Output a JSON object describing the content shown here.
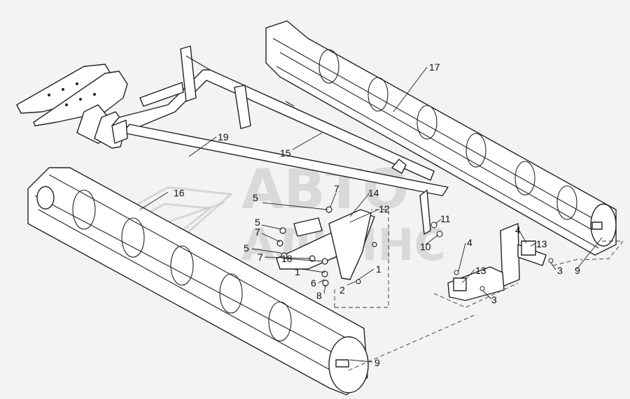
{
  "watermark": {
    "line1": "АВТО",
    "line2": "АЛЬЯНС"
  },
  "callouts": [
    {
      "id": "c17",
      "text": "17"
    },
    {
      "id": "c19",
      "text": "19"
    },
    {
      "id": "c15",
      "text": "15"
    },
    {
      "id": "c16",
      "text": "16"
    },
    {
      "id": "c7a",
      "text": "7"
    },
    {
      "id": "c14",
      "text": "14"
    },
    {
      "id": "c5a",
      "text": "5"
    },
    {
      "id": "c12",
      "text": "12"
    },
    {
      "id": "c5b",
      "text": "5"
    },
    {
      "id": "c7b",
      "text": "7"
    },
    {
      "id": "c5c",
      "text": "5"
    },
    {
      "id": "c7c",
      "text": "7"
    },
    {
      "id": "c18",
      "text": "18"
    },
    {
      "id": "c1a",
      "text": "1"
    },
    {
      "id": "c1b",
      "text": "1"
    },
    {
      "id": "c6",
      "text": "6"
    },
    {
      "id": "c2",
      "text": "2"
    },
    {
      "id": "c8",
      "text": "8"
    },
    {
      "id": "c11",
      "text": "11"
    },
    {
      "id": "c10",
      "text": "10"
    },
    {
      "id": "c4a",
      "text": "4"
    },
    {
      "id": "c13a",
      "text": "13"
    },
    {
      "id": "c3a",
      "text": "3"
    },
    {
      "id": "c9a",
      "text": "9"
    },
    {
      "id": "c4b",
      "text": "4"
    },
    {
      "id": "c13b",
      "text": "13"
    },
    {
      "id": "c3b",
      "text": "3"
    },
    {
      "id": "c9b",
      "text": "9"
    }
  ]
}
